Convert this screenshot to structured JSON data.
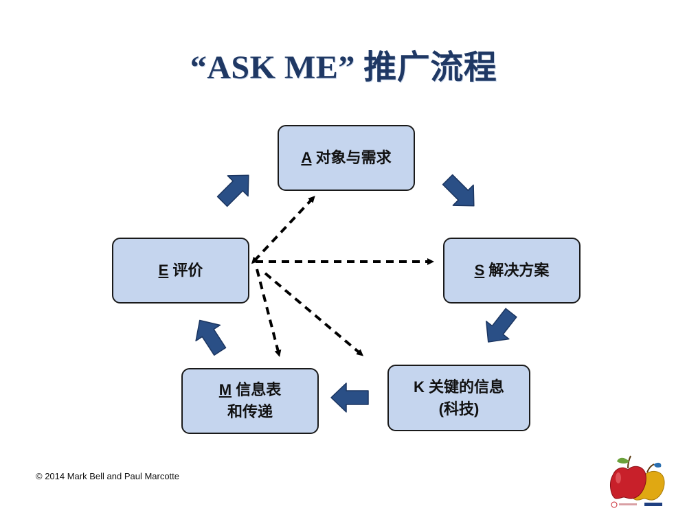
{
  "title": "“ASK ME” 推广流程",
  "nodes": {
    "a": {
      "letter": "A",
      "text": " 对象与需求"
    },
    "s": {
      "letter": "S",
      "text": " 解决方案"
    },
    "k": {
      "letter": "K",
      "line1": " 关键的信息",
      "line2": "(科技)"
    },
    "m": {
      "letter": "M",
      "line1": " 信息表",
      "line2": "和传递"
    },
    "e": {
      "letter": "E",
      "text": " 评价"
    }
  },
  "footer": {
    "copyright": "© 2014 Mark Bell and Paul Marcotte"
  },
  "colors": {
    "title": "#1f3864",
    "node_fill": "#c5d5ee",
    "node_border": "#1a1a1a",
    "block_arrow": "#2a4f86",
    "dashed_arrow": "#000000"
  },
  "icons": [
    "block-arrow-icon",
    "dashed-arrow-icon",
    "apple-logo-icon"
  ]
}
